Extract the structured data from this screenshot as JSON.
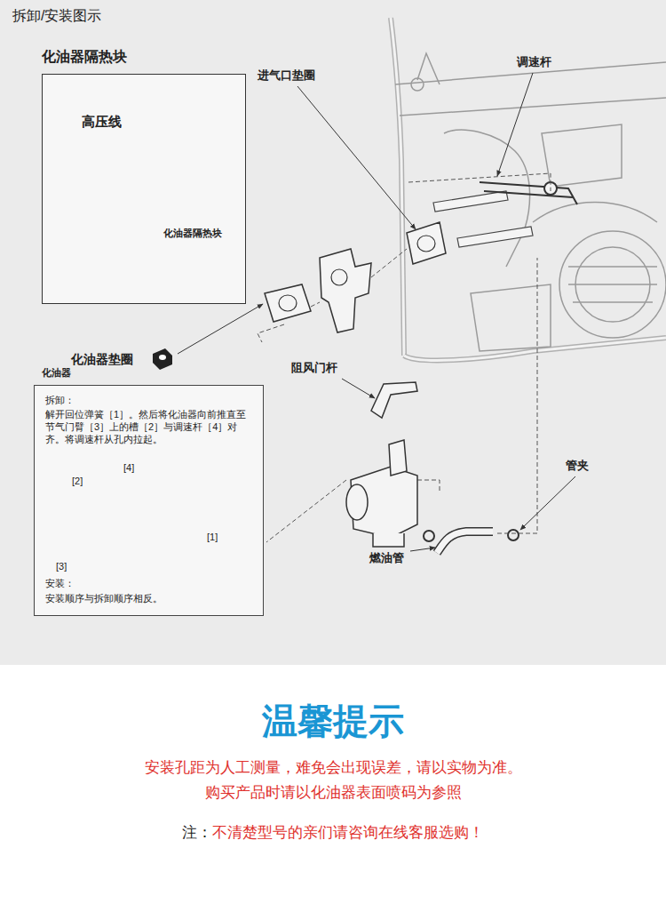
{
  "diagram": {
    "title": "拆卸/安装图示",
    "nodes": [
      {
        "text": [
          "化油器隔热块",
          "高压线",
          "化油器隔热块"
        ]
      },
      {
        "text": [
          "化油器",
          "拆卸：",
          "解开回位弹簧［1］。然后将化油器向前推直至节气门臂［3］上的槽［2］与调速杆［4］对齐。将调速杆从孔内拉起。",
          "[4]",
          "[2]",
          "[3]",
          "[1]",
          "安装：",
          "安装顺序与拆卸顺序相反。"
        ]
      }
    ],
    "labels": [
      "进气口垫圈",
      "调速杆",
      "化油器垫圈",
      "阻风门杆",
      "管夹",
      "燃油管",
      "温馨提示",
      "安装孔距为人工测量，难免会出现误差，请以实物为准。",
      "购买产品时请以化油器表面喷码为参照",
      "注：",
      "不清楚型号的亲们请咨询在线客服选购！"
    ]
  }
}
